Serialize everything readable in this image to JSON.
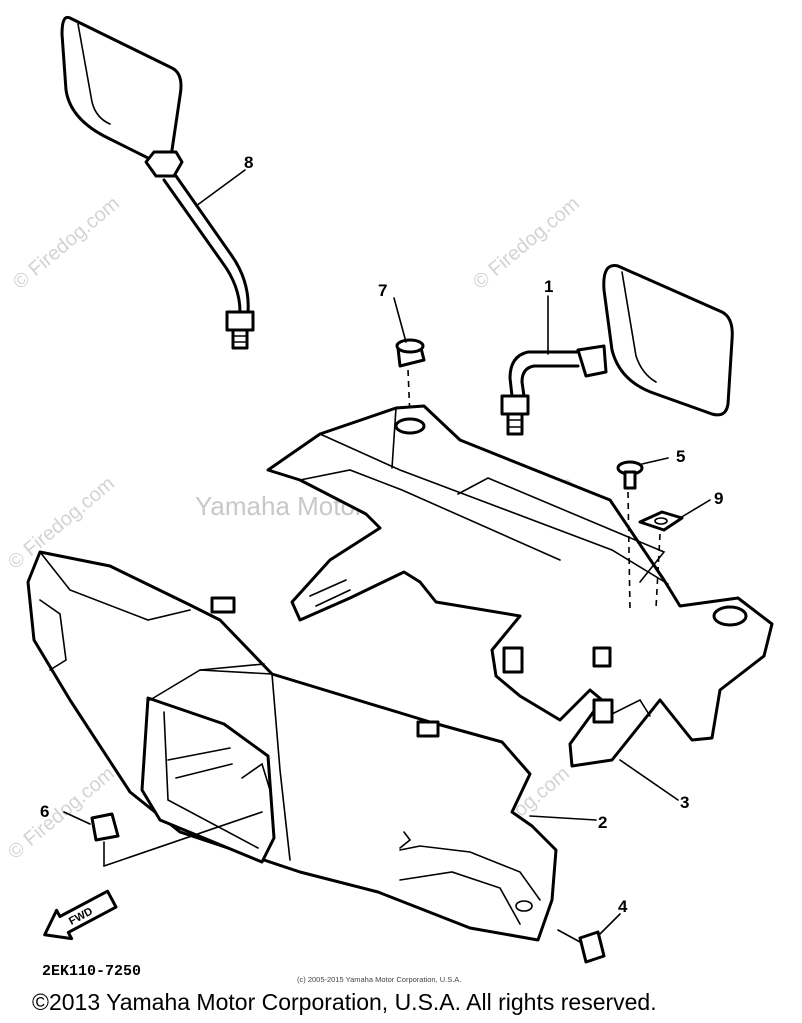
{
  "watermarks": {
    "site": "© Firedog.com",
    "center": "Yamaha Motor Corp., U.S.A."
  },
  "callouts": [
    {
      "id": "1",
      "label": "1"
    },
    {
      "id": "2",
      "label": "2"
    },
    {
      "id": "3",
      "label": "3"
    },
    {
      "id": "4",
      "label": "4"
    },
    {
      "id": "5",
      "label": "5"
    },
    {
      "id": "6",
      "label": "6"
    },
    {
      "id": "7",
      "label": "7"
    },
    {
      "id": "8",
      "label": "8"
    },
    {
      "id": "9",
      "label": "9"
    }
  ],
  "fwd_arrow": {
    "label": "FWD"
  },
  "drawing_code": "2EK110-7250",
  "footer": {
    "small_copyright": "(c) 2005-2015 Yamaha Motor Corporation, U.S.A.",
    "copyright": "©2013 Yamaha Motor Corporation, U.S.A. All rights reserved."
  },
  "colors": {
    "line": "#000000",
    "watermark": "#d3d3d3",
    "background": "#ffffff"
  }
}
